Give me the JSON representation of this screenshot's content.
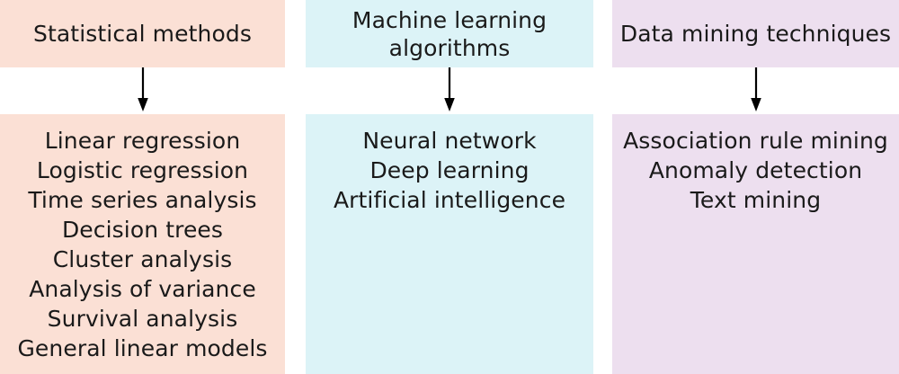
{
  "diagram": {
    "type": "three-column-category-flow",
    "background_color": "#ffffff",
    "text_color": "#1a1a1a",
    "arrow_color": "#000000",
    "columns": [
      {
        "id": "statistical-methods",
        "header": "Statistical methods",
        "header_color": "#fbe0d5",
        "body_color": "#fbe0d5",
        "arrow": "down-arrow",
        "items": [
          "Linear regression",
          "Logistic regression",
          "Time series analysis",
          "Decision trees",
          "Cluster analysis",
          "Analysis of variance",
          "Survival analysis",
          "General linear models"
        ]
      },
      {
        "id": "machine-learning-algorithms",
        "header": "Machine learning\nalgorithms",
        "header_color": "#dcf3f7",
        "body_color": "#dcf3f7",
        "arrow": "down-arrow",
        "items": [
          "Neural network",
          "Deep learning",
          "Artificial intelligence"
        ]
      },
      {
        "id": "data-mining-techniques",
        "header": "Data mining techniques",
        "header_color": "#eddfef",
        "body_color": "#eddfef",
        "arrow": "down-arrow",
        "items": [
          "Association rule mining",
          "Anomaly detection",
          "Text mining"
        ]
      }
    ]
  }
}
